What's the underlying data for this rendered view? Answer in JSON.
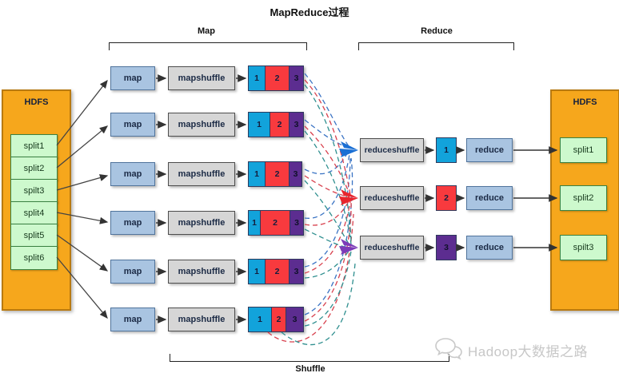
{
  "title": "MapReduce过程",
  "brackets": {
    "map": "Map",
    "reduce": "Reduce",
    "shuffle": "Shuffle"
  },
  "hdfs_left": {
    "label": "HDFS",
    "splits": [
      "split1",
      "split2",
      "spilt3",
      "split4",
      "split5",
      "split6"
    ]
  },
  "map_rows": [
    {
      "map": "map",
      "shuffle": "mapshuffle",
      "partitions": [
        "1",
        "2",
        "3"
      ]
    },
    {
      "map": "map",
      "shuffle": "mapshuffle",
      "partitions": [
        "1",
        "2",
        "3"
      ]
    },
    {
      "map": "map",
      "shuffle": "mapshuffle",
      "partitions": [
        "1",
        "2",
        "3"
      ]
    },
    {
      "map": "map",
      "shuffle": "mapshuffle",
      "partitions": [
        "1",
        "2",
        "3"
      ]
    },
    {
      "map": "map",
      "shuffle": "mapshuffle",
      "partitions": [
        "1",
        "2",
        "3"
      ]
    },
    {
      "map": "map",
      "shuffle": "mapshuffle",
      "partitions": [
        "1",
        "2",
        "3"
      ]
    }
  ],
  "reduce_rows": [
    {
      "shuffle": "reduceshuffle",
      "partition": "1",
      "reduce": "reduce"
    },
    {
      "shuffle": "reduceshuffle",
      "partition": "2",
      "reduce": "reduce"
    },
    {
      "shuffle": "reduceshuffle",
      "partition": "3",
      "reduce": "reduce"
    }
  ],
  "hdfs_right": {
    "label": "HDFS",
    "splits": [
      "split1",
      "split2",
      "spilt3"
    ]
  },
  "watermark": {
    "text": "Hadoop大数据之路",
    "logo": "chat-bubbles-logo"
  },
  "colors": {
    "hdfs_fill": "#f6a71c",
    "split_fill": "#cdf9cd",
    "map_fill": "#a9c4e1",
    "shuffle_fill": "#d6d6d6",
    "partition1": "#12a3db",
    "partition2": "#f83a3e",
    "partition3": "#5c2d90",
    "dash_blue": "#3b74c4",
    "dash_red": "#d8414e",
    "dash_teal": "#2f8f8f"
  }
}
